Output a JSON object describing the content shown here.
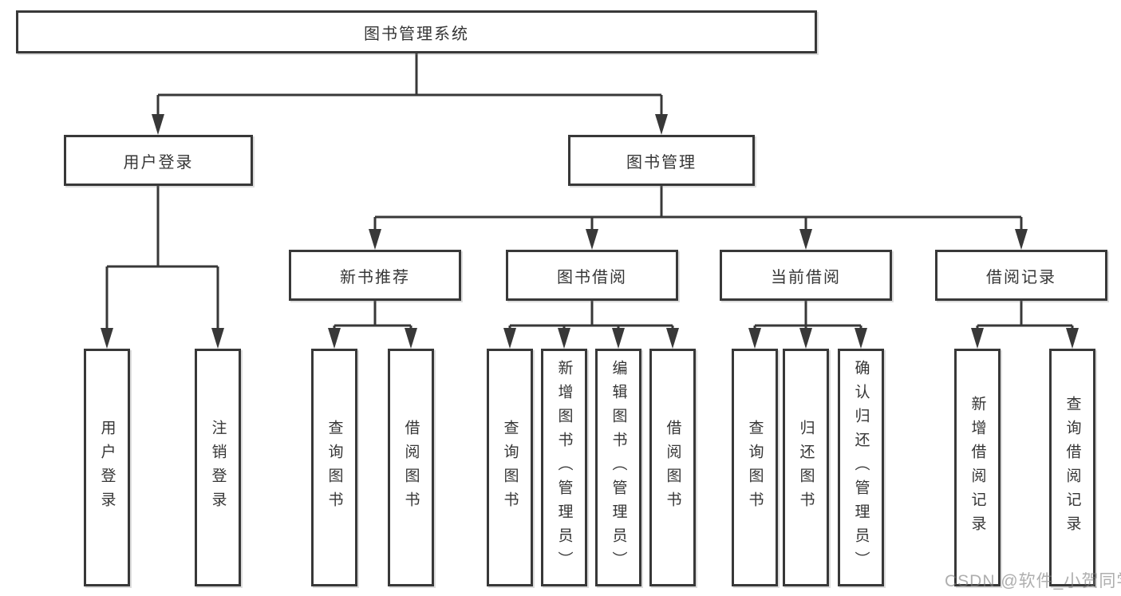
{
  "diagram": {
    "root": {
      "label": "图书管理系统"
    },
    "branches": [
      {
        "label": "用户登录",
        "children": [
          {
            "label": "用户登录"
          },
          {
            "label": "注销登录"
          }
        ]
      },
      {
        "label": "图书管理",
        "sections": [
          {
            "label": "新书推荐",
            "children": [
              {
                "label": "查询图书"
              },
              {
                "label": "借阅图书"
              }
            ]
          },
          {
            "label": "图书借阅",
            "children": [
              {
                "label": "查询图书"
              },
              {
                "label": "新增图书（管理员）"
              },
              {
                "label": "编辑图书（管理员）"
              },
              {
                "label": "借阅图书"
              }
            ]
          },
          {
            "label": "当前借阅",
            "children": [
              {
                "label": "查询图书"
              },
              {
                "label": "归还图书"
              },
              {
                "label": "确认归还（管理员）"
              }
            ]
          },
          {
            "label": "借阅记录",
            "children": [
              {
                "label": "新增借阅记录"
              },
              {
                "label": "查询借阅记录"
              }
            ]
          }
        ]
      }
    ]
  },
  "watermark": {
    "text": "CSDN @软件_小贺同学"
  },
  "colors": {
    "line": "#383838",
    "box_border": "#383838",
    "text": "#363636",
    "watermark": "#7d7d7d",
    "background": "#ffffff"
  }
}
